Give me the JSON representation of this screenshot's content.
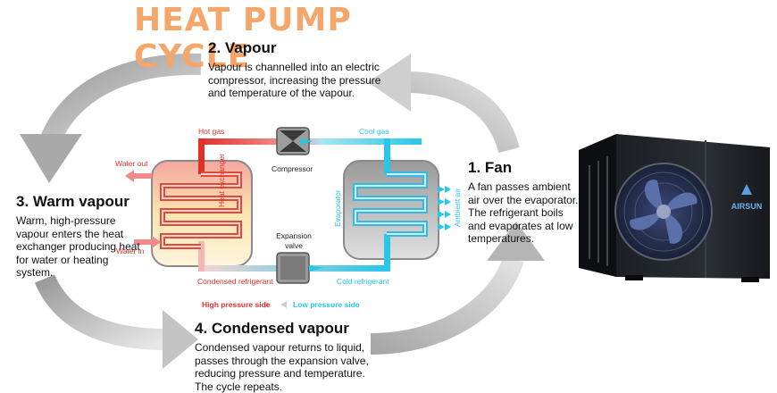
{
  "title": "HEAT PUMP CYCLE",
  "steps": {
    "vapour": {
      "heading": "2. Vapour",
      "text": "Vapour is channelled into an electric compressor, increasing the pressure and temperature of the vapour."
    },
    "fan": {
      "heading": "1. Fan",
      "text": "A fan passes ambient air over the evaporator. The refrigerant boils and evaporates at low temperatures."
    },
    "warm": {
      "heading": "3. Warm vapour",
      "text": "Warm, high-pressure vapour enters the heat exchanger producing heat for water or heating system."
    },
    "condensed": {
      "heading": "4. Condensed vapour",
      "text": "Condensed vapour returns to liquid, passes through the expansion valve, reducing pressure and temperature. The cycle repeats."
    }
  },
  "diagram": {
    "hot_gas": "Hot gas",
    "cool_gas": "Cool gas",
    "compressor": "Compressor",
    "water_out": "Water out",
    "water_in": "Water in",
    "heat_exchanger": "Heat exchanger",
    "evaporator": "Evaporator",
    "ambient_air": "Ambient air",
    "expansion_valve": "Expansion valve",
    "condensed_refrigerant": "Condensed refrigerant",
    "cold_refrigerant": "Cold refrigerant",
    "high_pressure": "High pressure side",
    "low_pressure": "Low pressure side"
  },
  "unit": {
    "brand": "AIRSUN"
  },
  "colors": {
    "title": "#f5a66a",
    "hot": "#e0302a",
    "cold": "#28c6e8",
    "arrow": "#cfcfcf"
  }
}
